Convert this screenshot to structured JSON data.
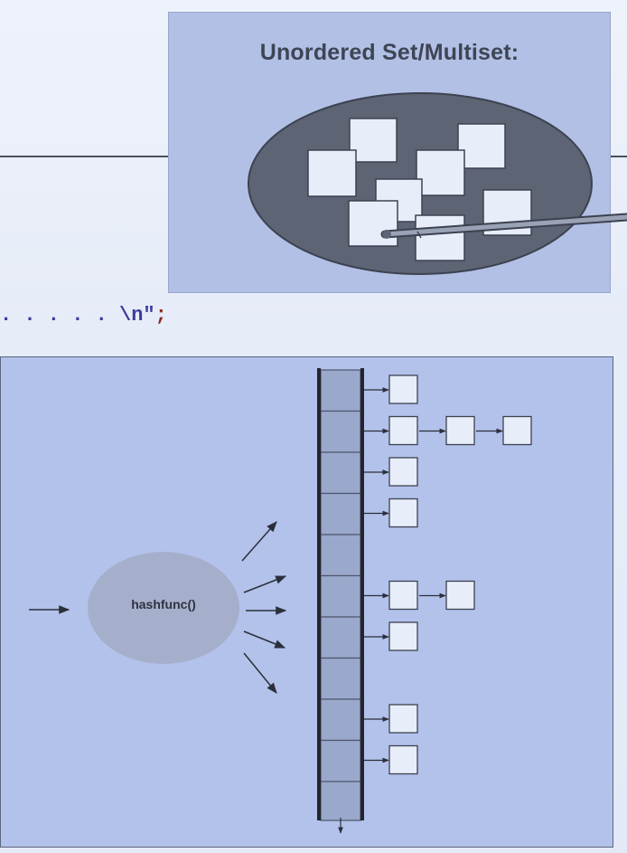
{
  "top_panel": {
    "title": "Unordered Set/Multiset:"
  },
  "code_fragment": {
    "dots": ". . . . .",
    "newline": "\\n\"",
    "semicolon": ";"
  },
  "diagram": {
    "hash_function_label": "hashfunc()",
    "bucket_count": 10,
    "bucket_chain_lengths": [
      1,
      3,
      1,
      1,
      0,
      2,
      1,
      0,
      1,
      1
    ]
  },
  "colors": {
    "panel_fill": "#b3c2eb",
    "ellipse_fill": "#5d6474",
    "node_fill": "#e8eef9",
    "bucket_fill": "#9aa8cc",
    "hash_ellipse_fill": "#a5afcb"
  }
}
